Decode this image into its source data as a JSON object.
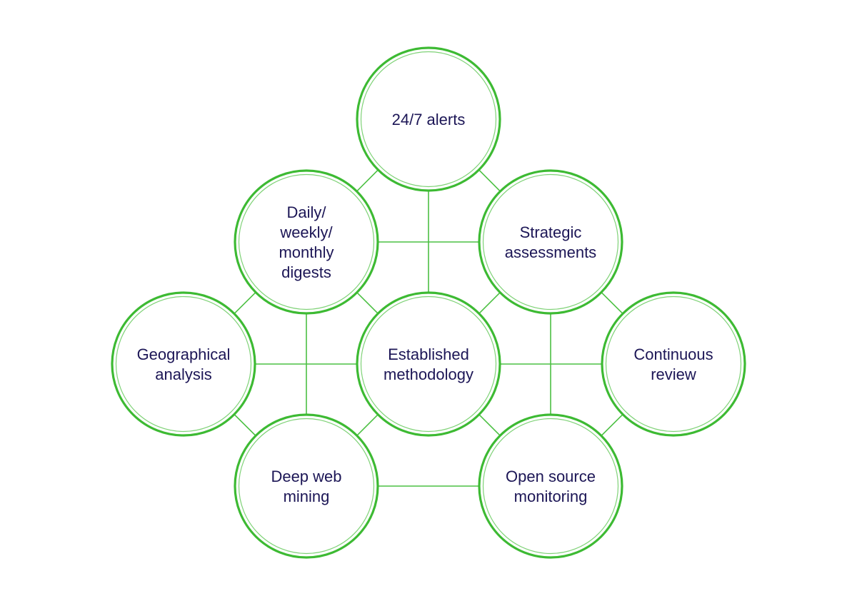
{
  "colors": {
    "ring": "#3dba33",
    "inner_ring": "#7fd277",
    "connector": "#4cc043",
    "text": "#1c1656"
  },
  "nodes": [
    {
      "id": "alerts",
      "lines": [
        "24/7 alerts"
      ]
    },
    {
      "id": "digests",
      "lines": [
        "Daily/",
        "weekly/",
        "monthly",
        "digests"
      ]
    },
    {
      "id": "strategic",
      "lines": [
        "Strategic",
        "assessments"
      ]
    },
    {
      "id": "geographical",
      "lines": [
        "Geographical",
        "analysis"
      ]
    },
    {
      "id": "methodology",
      "lines": [
        "Established",
        "methodology"
      ]
    },
    {
      "id": "continuous",
      "lines": [
        "Continuous",
        "review"
      ]
    },
    {
      "id": "deepweb",
      "lines": [
        "Deep web",
        "mining"
      ]
    },
    {
      "id": "opensource",
      "lines": [
        "Open source",
        "monitoring"
      ]
    }
  ],
  "connections": [
    [
      "alerts",
      "digests"
    ],
    [
      "alerts",
      "strategic"
    ],
    [
      "alerts",
      "methodology"
    ],
    [
      "digests",
      "strategic"
    ],
    [
      "digests",
      "geographical"
    ],
    [
      "digests",
      "methodology"
    ],
    [
      "digests",
      "deepweb"
    ],
    [
      "strategic",
      "methodology"
    ],
    [
      "strategic",
      "continuous"
    ],
    [
      "strategic",
      "opensource"
    ],
    [
      "geographical",
      "methodology"
    ],
    [
      "geographical",
      "deepweb"
    ],
    [
      "methodology",
      "continuous"
    ],
    [
      "methodology",
      "deepweb"
    ],
    [
      "methodology",
      "opensource"
    ],
    [
      "continuous",
      "opensource"
    ],
    [
      "deepweb",
      "opensource"
    ]
  ]
}
